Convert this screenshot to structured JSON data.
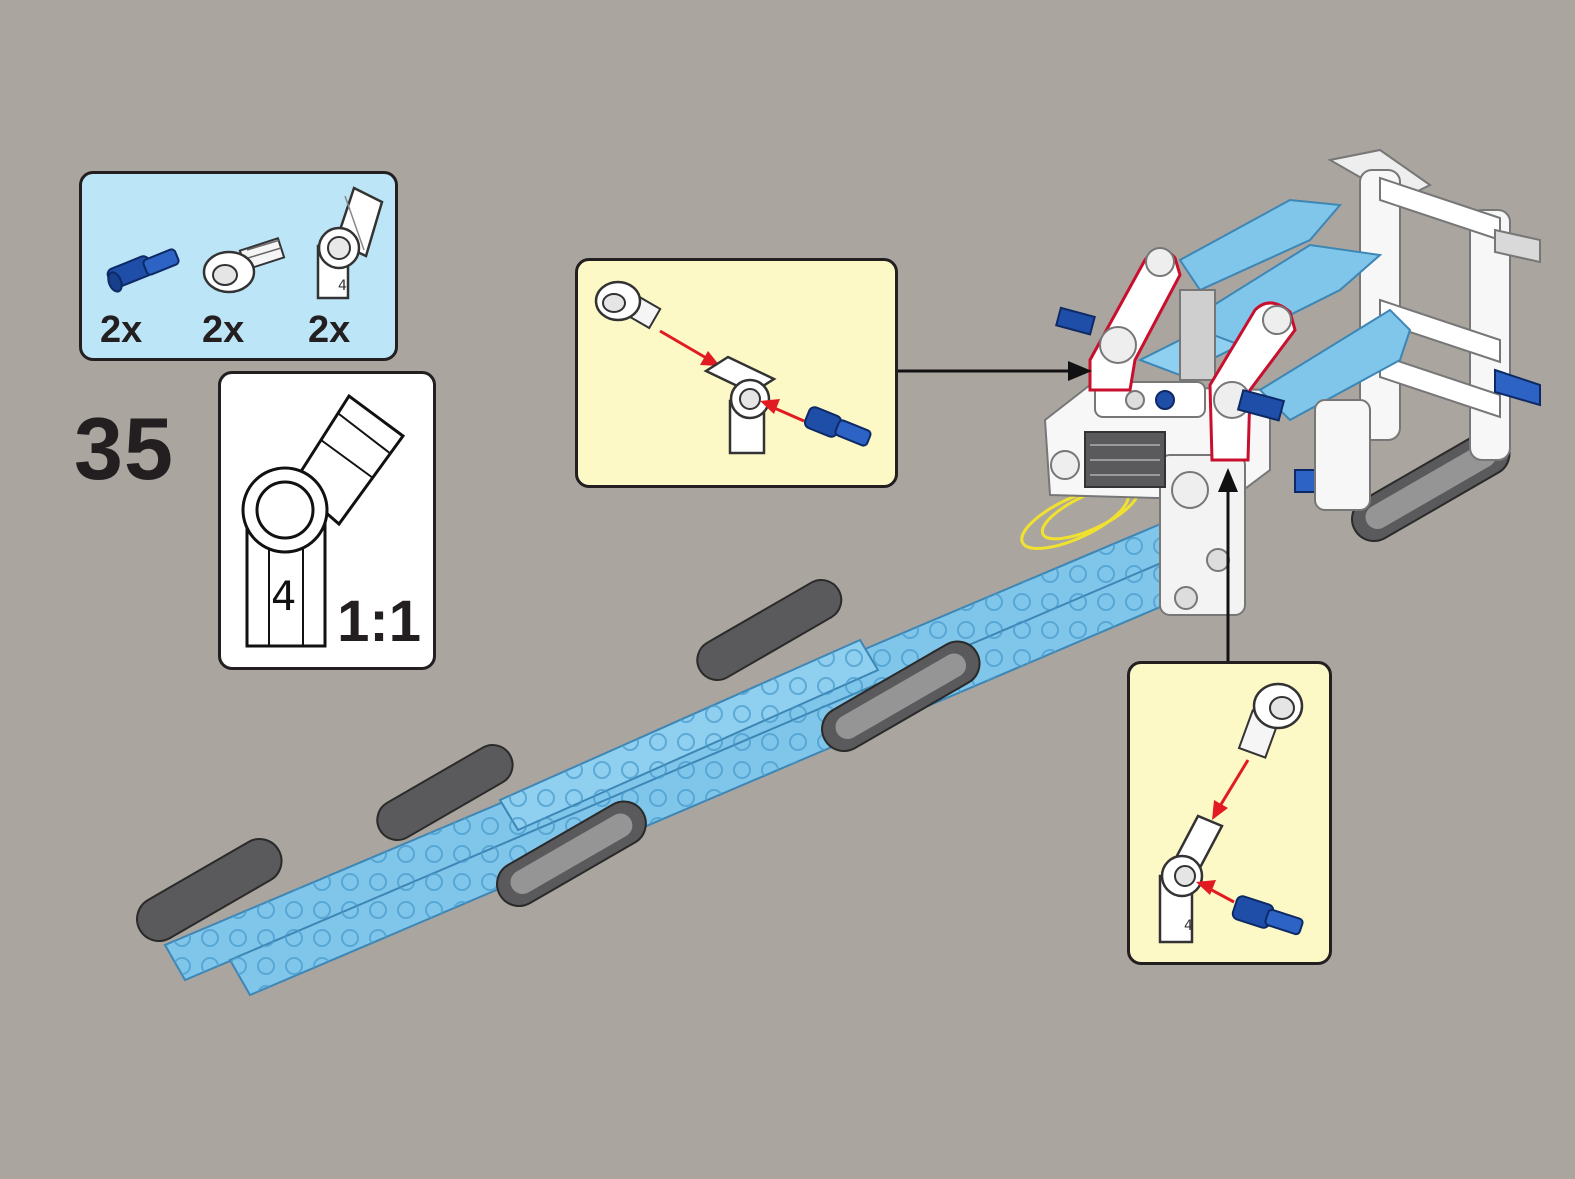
{
  "step": {
    "number": "35"
  },
  "parts_list": {
    "items": [
      {
        "icon": "blue-axle-pin-icon",
        "quantity": "2x"
      },
      {
        "icon": "white-axle-connector-icon",
        "quantity": "2x"
      },
      {
        "icon": "angled-connector-4-icon",
        "quantity": "2x"
      }
    ]
  },
  "scale_view": {
    "ratio": "1:1",
    "part_marking": "4"
  },
  "colors": {
    "background": "#aaa59f",
    "parts_panel": "#bde5f8",
    "callout": "#fdf9c7",
    "beam_blue": "#7fc6ea",
    "liftarm_gray": "#5a5a5c",
    "pin_blue": "#1f4ea8",
    "arrow_red": "#e21b22",
    "highlight_red": "#c8102e"
  }
}
